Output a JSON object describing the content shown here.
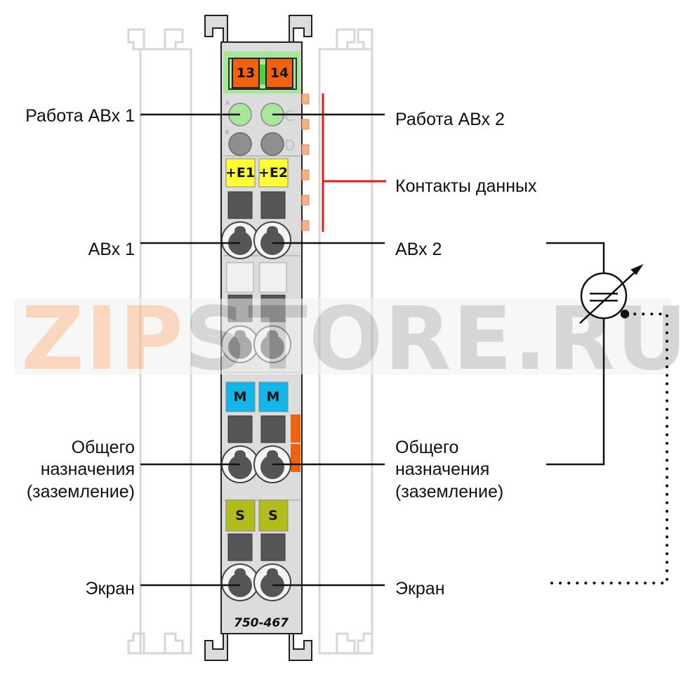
{
  "terminal_labels": {
    "top_left": "13",
    "top_right": "14",
    "e1": "+E1",
    "e2": "+E2",
    "m_left": "M",
    "m_right": "M",
    "s_left": "S",
    "s_right": "S"
  },
  "led_letters": {
    "a": "A",
    "b": "B",
    "c": "C",
    "d": "D"
  },
  "model_number": "750-467",
  "watermark": {
    "part1": "ZIP",
    "part2": "STORE.RU"
  },
  "labels_left": {
    "status1": "Работа АВх 1",
    "input1": "АВх 1",
    "common_line1": "Общего",
    "common_line2": "назначения",
    "common_line3": "(заземление)",
    "shield": "Экран"
  },
  "labels_right": {
    "status2": "Работа АВх 2",
    "data_contacts": "Контакты данных",
    "input2": "АВх 2",
    "common_line1": "Общего",
    "common_line2": "назначения",
    "common_line3": "(заземление)",
    "shield": "Экран"
  },
  "colors": {
    "orange": "#f0620e",
    "green_strip": "#a6e89a",
    "yellow": "#ffff33",
    "cyan": "#12b6ea",
    "olive": "#b2bc1a",
    "led_green": "#a8e69a",
    "led_grey": "#8f8f8f",
    "red_bracket": "#e81818",
    "body": "#dcdcdc"
  }
}
